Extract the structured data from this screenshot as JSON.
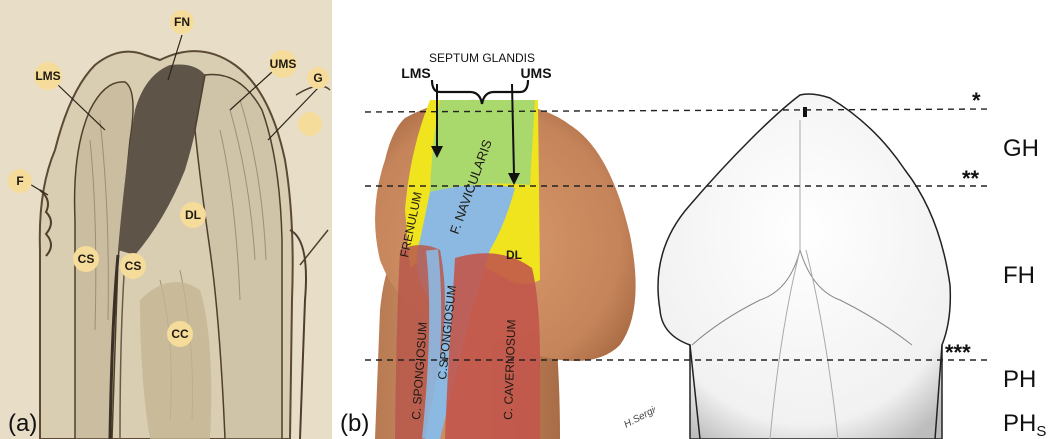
{
  "panel_a": {
    "letter": "(a)",
    "labels": {
      "FN": "FN",
      "LMS": "LMS",
      "UMS": "UMS",
      "G": "G",
      "F": "F",
      "DL": "DL",
      "CS_left": "CS",
      "CS_right": "CS",
      "CC": "CC"
    }
  },
  "panel_b": {
    "letter": "(b)",
    "septum_title": "SEPTUM GLANDIS",
    "lms": "LMS",
    "ums": "UMS",
    "regions": {
      "frenulum": "FRENULUM",
      "f_navicularis": "F. NAVICULARIS",
      "c_spongiosum_1": "C. SPONGIOSUM",
      "c_spongiosum_2": "C.SPONGIOSUM",
      "dl": "DL",
      "c_cavernosum": "C. CAVERNOSUM"
    },
    "signature": "H.Sergio"
  },
  "panel_c": {
    "markers": {
      "m1": "*",
      "m2": "**",
      "m3": "***"
    },
    "levels": {
      "gh": "GH",
      "fh": "FH",
      "ph": "PH",
      "phs_main": "PH",
      "phs_sub": "S"
    }
  },
  "colors": {
    "sepia_bg": "#e9dfca",
    "label_circle": "#f6dc9a",
    "skin": "#c98a5c",
    "yellow": "#f2e51f",
    "green": "#a8d86a",
    "blue": "#8ab8e0",
    "red": "#c0584a"
  }
}
